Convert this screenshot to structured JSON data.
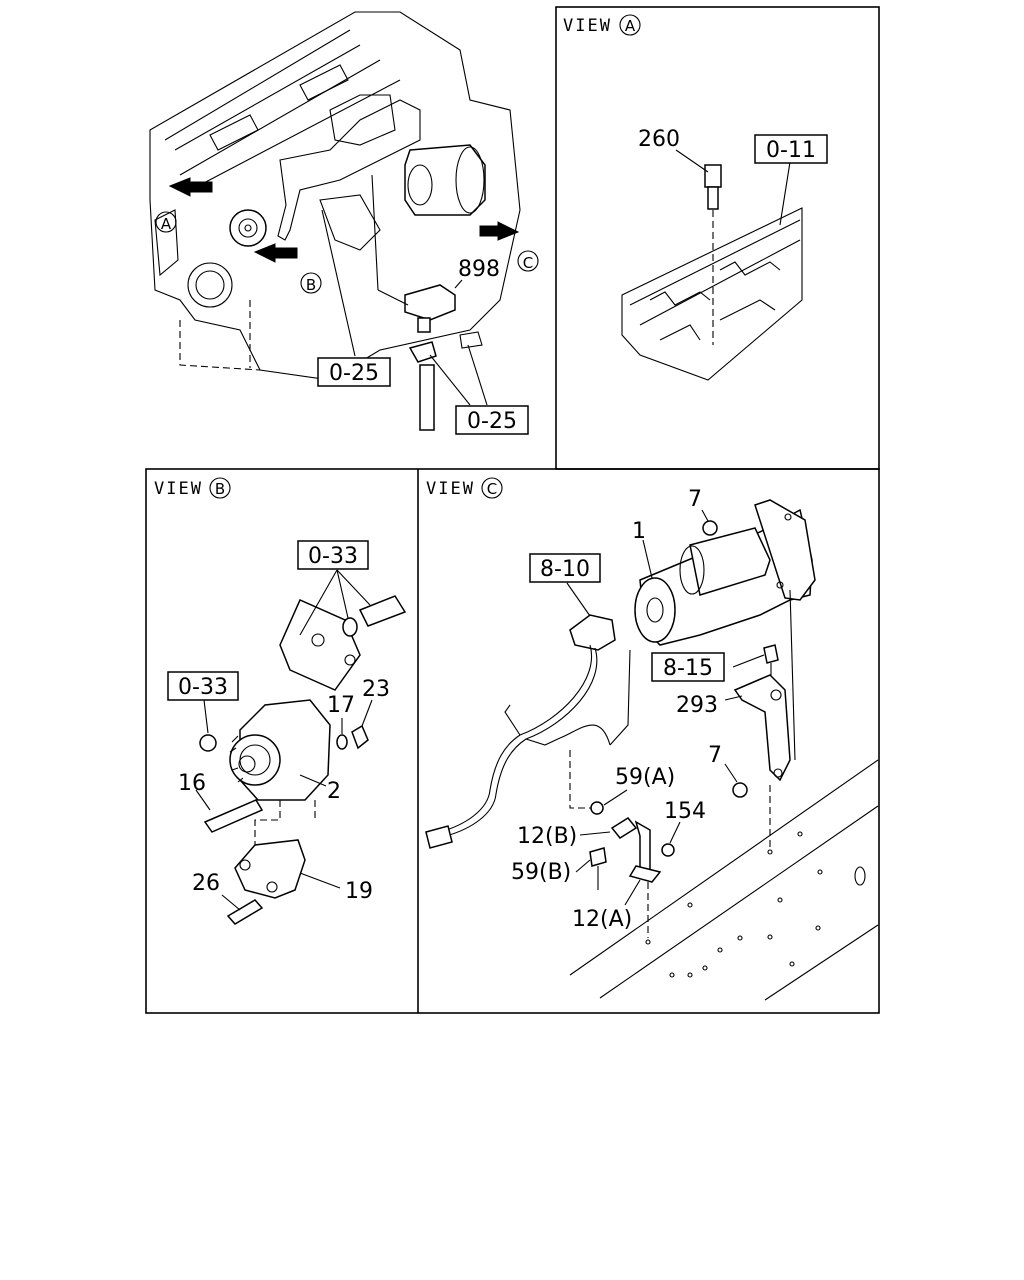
{
  "views": {
    "a": {
      "title": "VIEW",
      "mark": "A"
    },
    "b": {
      "title": "VIEW",
      "mark": "B"
    },
    "c": {
      "title": "VIEW",
      "mark": "C"
    }
  },
  "markers": {
    "a": "A",
    "b": "B",
    "c": "C"
  },
  "refs": {
    "main_898": "898",
    "main_ref1": "0-25",
    "main_ref2": "0-25",
    "a_260": "260",
    "a_ref": "0-11",
    "b_ref_top": "0-33",
    "b_ref_left": "0-33",
    "b_17": "17",
    "b_23": "23",
    "b_16": "16",
    "b_2": "2",
    "b_26": "26",
    "b_19": "19",
    "c_7a": "7",
    "c_1": "1",
    "c_ref_810": "8-10",
    "c_ref_815": "8-15",
    "c_293": "293",
    "c_7b": "7",
    "c_59a": "59(A)",
    "c_154": "154",
    "c_12b": "12(B)",
    "c_59b": "59(B)",
    "c_12a": "12(A)"
  }
}
